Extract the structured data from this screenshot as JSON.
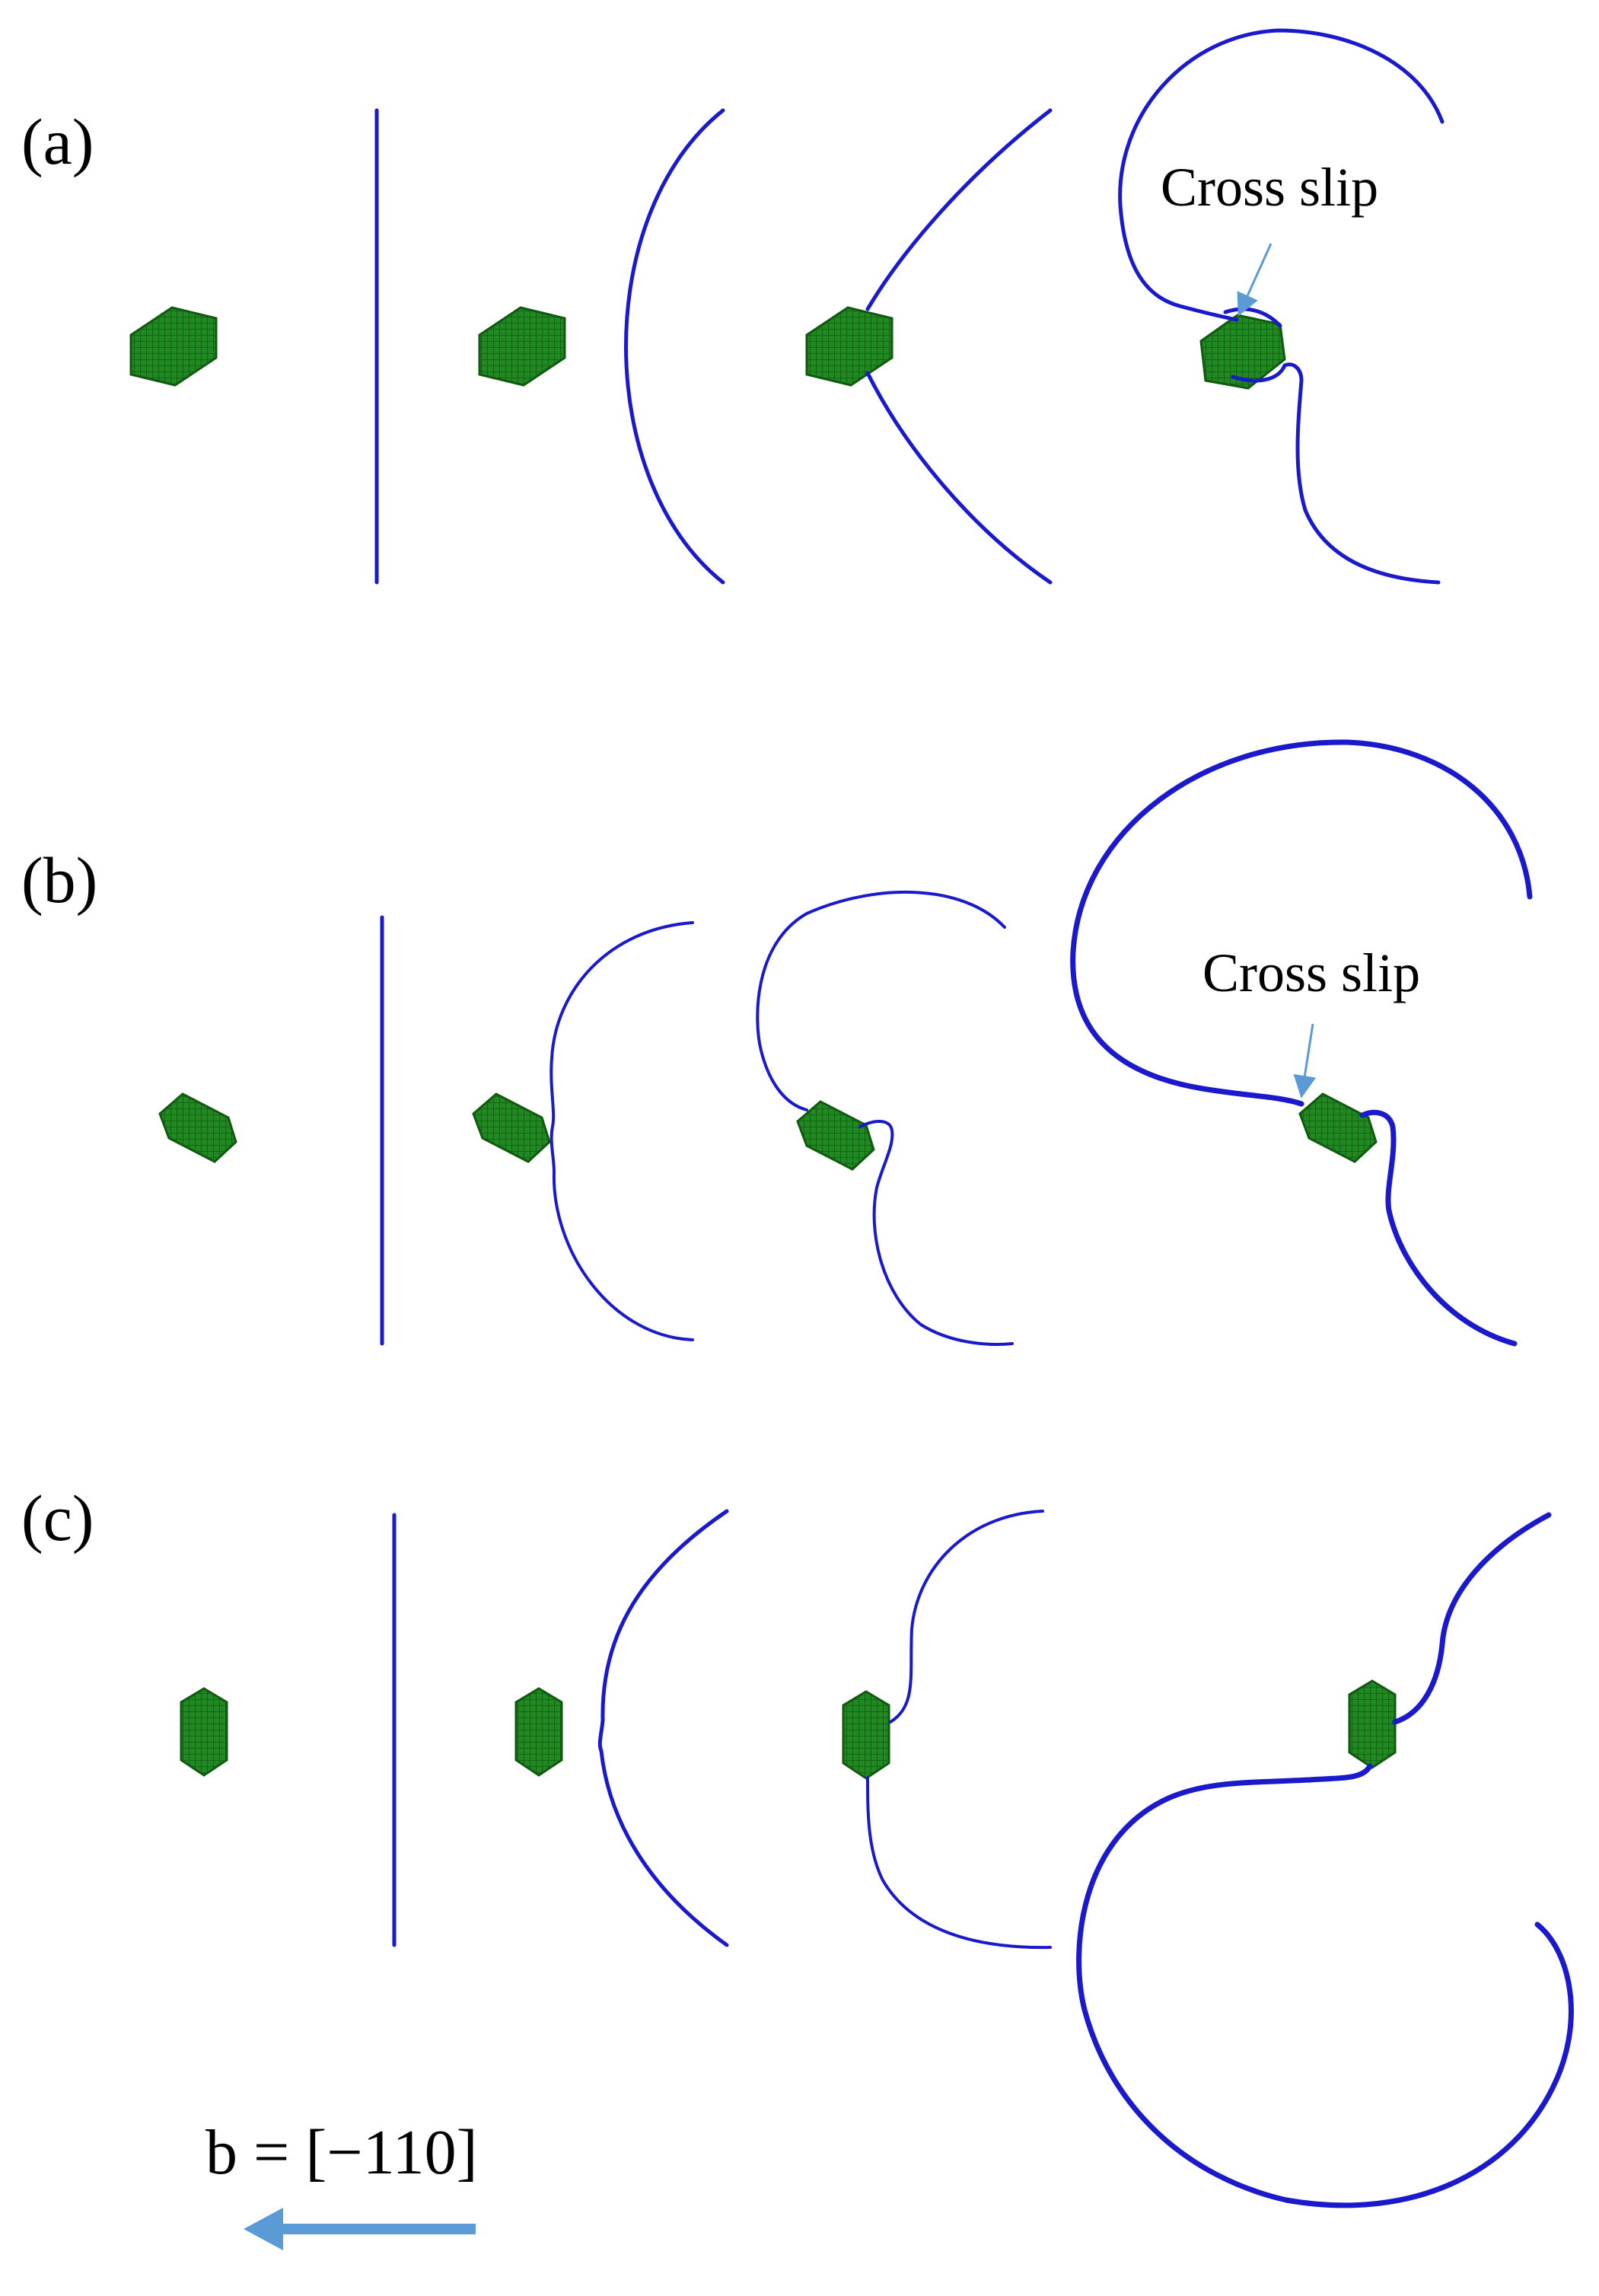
{
  "panels": [
    {
      "label": "(a)",
      "annotation": "Cross slip"
    },
    {
      "label": "(b)",
      "annotation": "Cross slip"
    },
    {
      "label": "(c)"
    }
  ],
  "burgers_vector": "b = [−110]",
  "colors": {
    "dislocation": "#1a1acc",
    "precipitate": "#1f8a1f",
    "precipitate_grid": "#0f5a0f",
    "arrow": "#5b9bd5"
  }
}
